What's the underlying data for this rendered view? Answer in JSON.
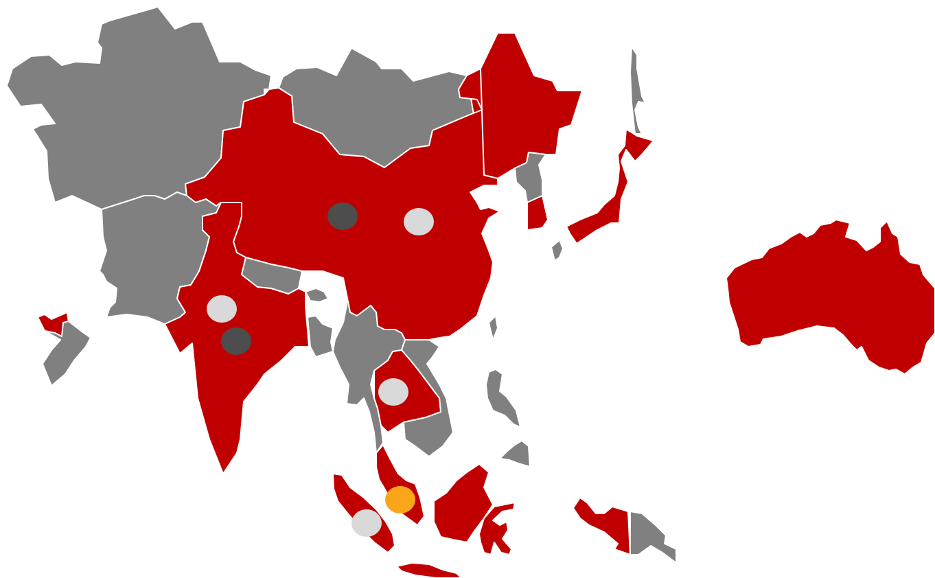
{
  "colors": {
    "highlight": "#c00000",
    "other": "#808080",
    "marker_light": "#d9d9d9",
    "marker_dark": "#4d4d4d",
    "marker_accent": "#f9a61a",
    "background": "#ffffff"
  },
  "map": {
    "regions": [
      {
        "name": "kazakhstan",
        "status": "other"
      },
      {
        "name": "mongolia",
        "status": "other"
      },
      {
        "name": "russia-far-east",
        "status": "highlight"
      },
      {
        "name": "china",
        "status": "highlight"
      },
      {
        "name": "afghanistan-pakistan",
        "status": "other"
      },
      {
        "name": "india",
        "status": "highlight"
      },
      {
        "name": "nepal",
        "status": "other"
      },
      {
        "name": "bhutan",
        "status": "other"
      },
      {
        "name": "bangladesh",
        "status": "other"
      },
      {
        "name": "myanmar-thailand",
        "status": "other"
      },
      {
        "name": "laos-vietnam",
        "status": "other"
      },
      {
        "name": "cambodia",
        "status": "highlight"
      },
      {
        "name": "malaysia",
        "status": "highlight"
      },
      {
        "name": "sumatra",
        "status": "highlight"
      },
      {
        "name": "java",
        "status": "highlight"
      },
      {
        "name": "borneo",
        "status": "highlight"
      },
      {
        "name": "sulawesi",
        "status": "highlight"
      },
      {
        "name": "philippines",
        "status": "other"
      },
      {
        "name": "taiwan",
        "status": "other"
      },
      {
        "name": "korea",
        "status": "other"
      },
      {
        "name": "japan",
        "status": "highlight"
      },
      {
        "name": "new-guinea-west",
        "status": "highlight"
      },
      {
        "name": "new-guinea-east",
        "status": "other"
      },
      {
        "name": "australia",
        "status": "highlight"
      },
      {
        "name": "oman",
        "status": "highlight"
      },
      {
        "name": "yemen",
        "status": "other"
      }
    ],
    "markers": [
      {
        "name": "china-west",
        "color": "dark"
      },
      {
        "name": "china-east",
        "color": "light"
      },
      {
        "name": "india-north",
        "color": "light"
      },
      {
        "name": "india-central",
        "color": "dark"
      },
      {
        "name": "cambodia-thailand",
        "color": "light"
      },
      {
        "name": "singapore",
        "color": "accent"
      },
      {
        "name": "sumatra",
        "color": "light"
      }
    ]
  }
}
